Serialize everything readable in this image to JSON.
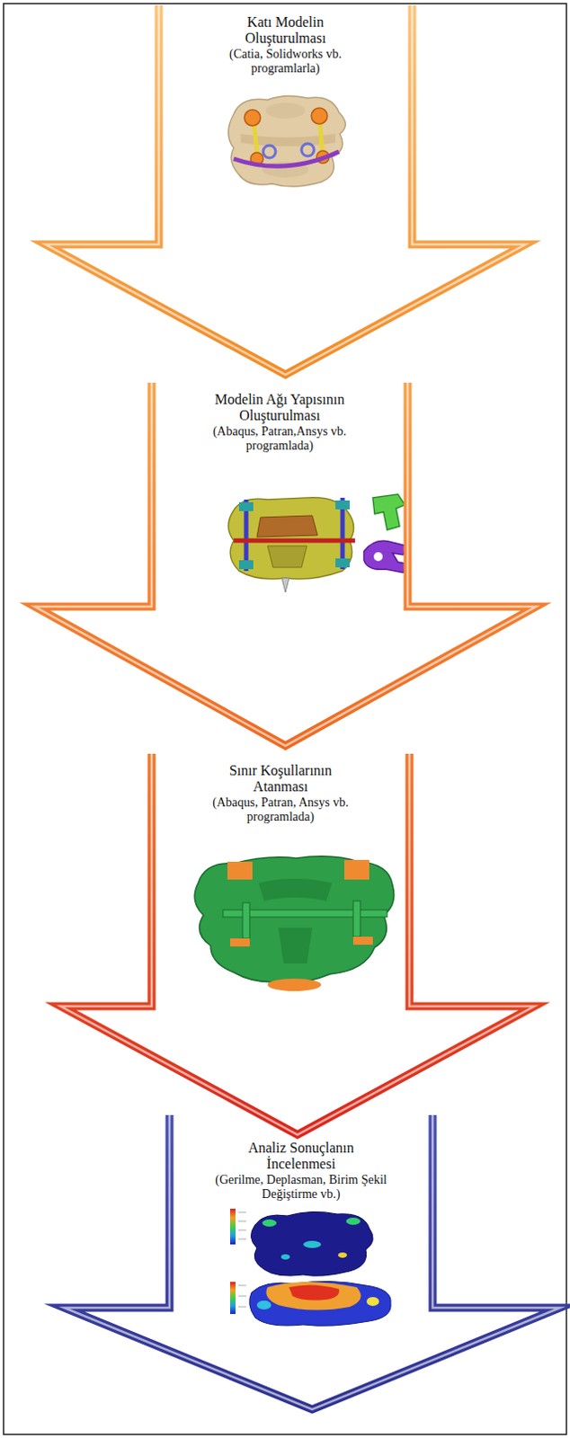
{
  "diagram": {
    "nodes": [
      {
        "text": [
          "Katı Modelin Oluşturulması",
          "(Catia, Solidworks vb. programlarla)"
        ]
      },
      {
        "text": [
          "Modelin Ağı Yapısının Oluşturulması",
          "(Abaqus, Patran,Ansys vb. programlada)"
        ]
      },
      {
        "text": [
          "Sınır Koşullarının Atanması",
          "(Abaqus, Patran, Ansys vb. programlada)"
        ]
      },
      {
        "text": [
          "Analiz Sonuçlanın İncelenmesi",
          "(Gerilme, Deplasman, Birim Şekil Değiştirme vb.)"
        ]
      }
    ]
  }
}
